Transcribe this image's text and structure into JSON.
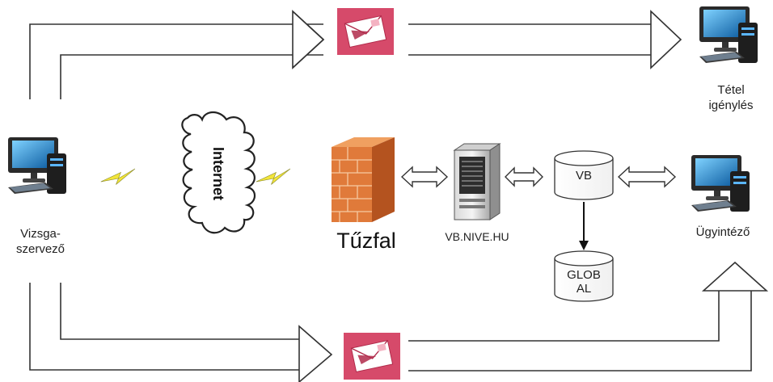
{
  "nodes": {
    "organizer": {
      "line1": "Vizsga-",
      "line2": "szervező"
    },
    "internet": {
      "label": "Internet"
    },
    "firewall": {
      "label": "Tűzfal"
    },
    "server": {
      "label": "VB.NIVE.HU"
    },
    "db_vb": {
      "label": "VB"
    },
    "db_global": {
      "line1": "GLOB",
      "line2": "AL"
    },
    "item_request": {
      "line1": "Tétel",
      "line2": "igénylés"
    },
    "administrator": {
      "label": "Ügyintéző"
    }
  },
  "colors": {
    "arrow_fill": "#ffffff",
    "arrow_stroke": "#333333",
    "envelope_bg": "#d64a6a",
    "envelope_dark": "#b02a4a",
    "lightning": "#f2e53a",
    "firewall_brick": "#e07a3a"
  },
  "icons": [
    "computer-icon",
    "cloud-icon",
    "lightning-icon",
    "firewall-icon",
    "server-icon",
    "database-icon",
    "envelope-icon"
  ]
}
